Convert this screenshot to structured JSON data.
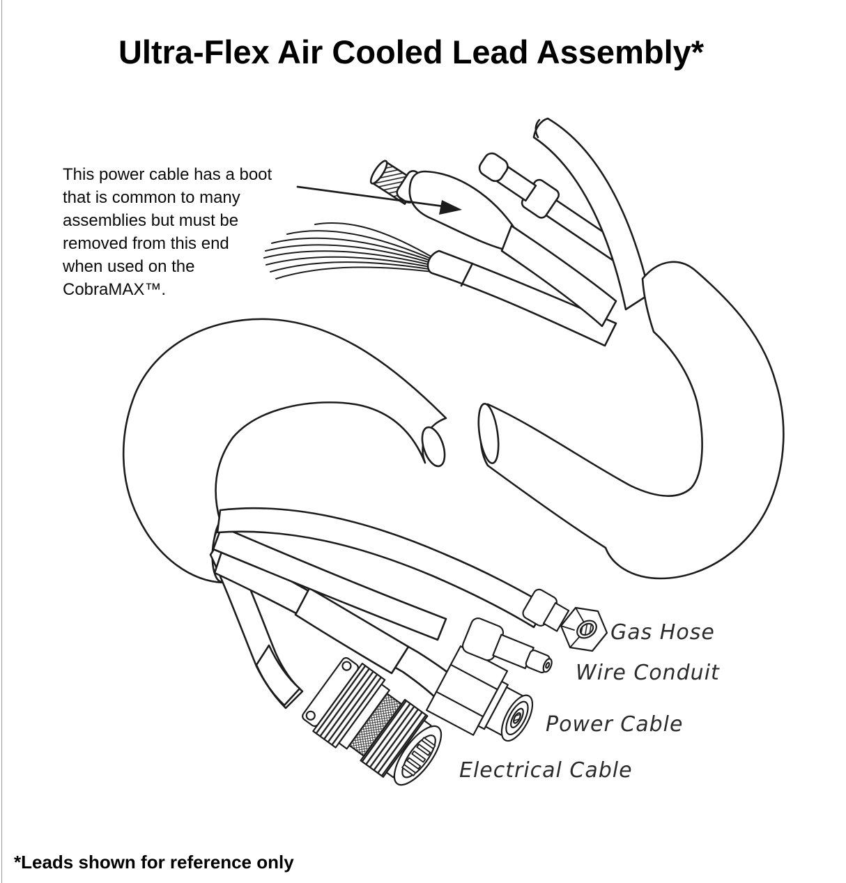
{
  "page": {
    "title": "Ultra-Flex Air Cooled Lead Assembly*",
    "footnote": "*Leads shown for reference only"
  },
  "annotation": {
    "lines": [
      "This power cable has a boot",
      "that is common to many",
      "assemblies but must be",
      "removed from this end",
      "when used on the",
      "CobraMAX™."
    ]
  },
  "callouts": {
    "gas_hose": "Gas Hose",
    "wire_conduit": "Wire Conduit",
    "power_cable": "Power Cable",
    "electrical_cable": "Electrical Cable"
  },
  "colors": {
    "line": "#1c1c1c",
    "text": "#000000",
    "callout_text": "#2b2b2b",
    "page_border": "#9a9a9a",
    "background": "#ffffff"
  }
}
